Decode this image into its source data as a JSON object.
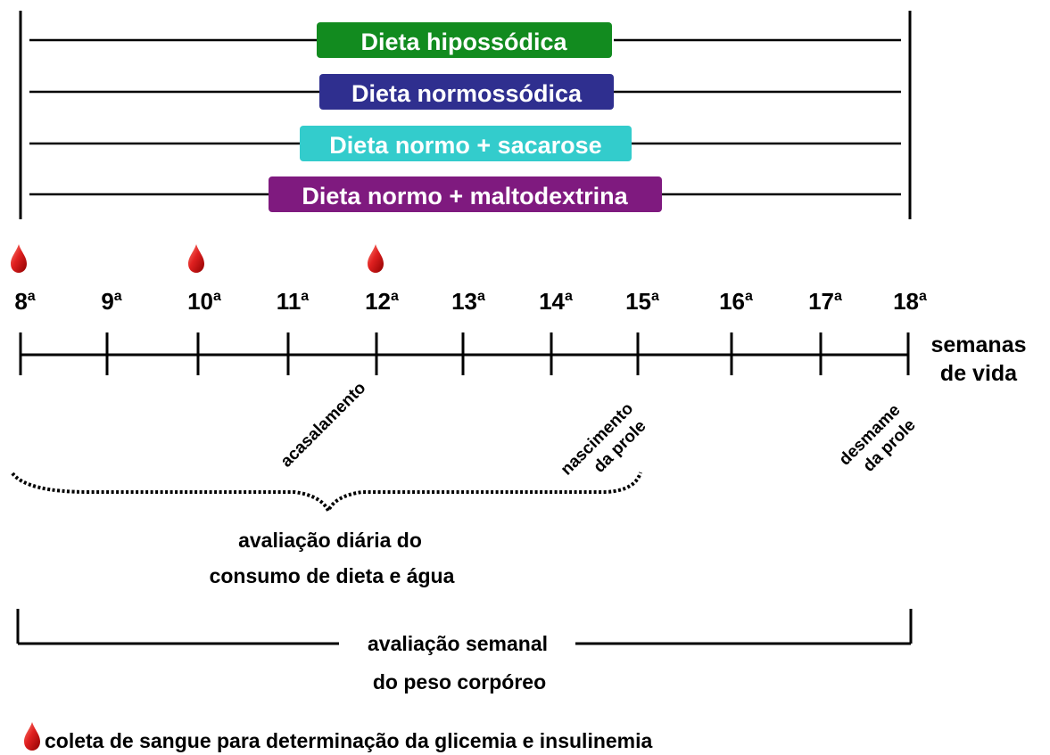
{
  "diets": [
    {
      "label": "Dieta hipossódica",
      "color": "#128b1f"
    },
    {
      "label": "Dieta normossódica",
      "color": "#2f2f8f"
    },
    {
      "label": "Dieta normo + sacarose",
      "color": "#33cccc"
    },
    {
      "label": "Dieta normo + maltodextrina",
      "color": "#7f1a7f"
    }
  ],
  "weeks": [
    "8",
    "9",
    "10",
    "11",
    "12",
    "13",
    "14",
    "15",
    "16",
    "17",
    "18"
  ],
  "week_suffix": "a",
  "axis_label": {
    "line1": "semanas",
    "line2": "de vida"
  },
  "blood_collection_weeks": [
    "8",
    "10",
    "12"
  ],
  "events": {
    "mating": "acasalamento",
    "birth": {
      "line1": "nascimento",
      "line2": "da prole"
    },
    "weaning": {
      "line1": "desmame",
      "line2": "da prole"
    }
  },
  "daily_eval": {
    "line1": "avaliação diária do",
    "line2": "consumo de dieta e água"
  },
  "weekly_eval": {
    "line1": "avaliação semanal",
    "line2": "do peso corpóreo"
  },
  "legend": {
    "text": "coleta de sangue para determinação da glicemia e insulinemia"
  },
  "colors": {
    "drop": "#d41515",
    "line": "#000000"
  }
}
